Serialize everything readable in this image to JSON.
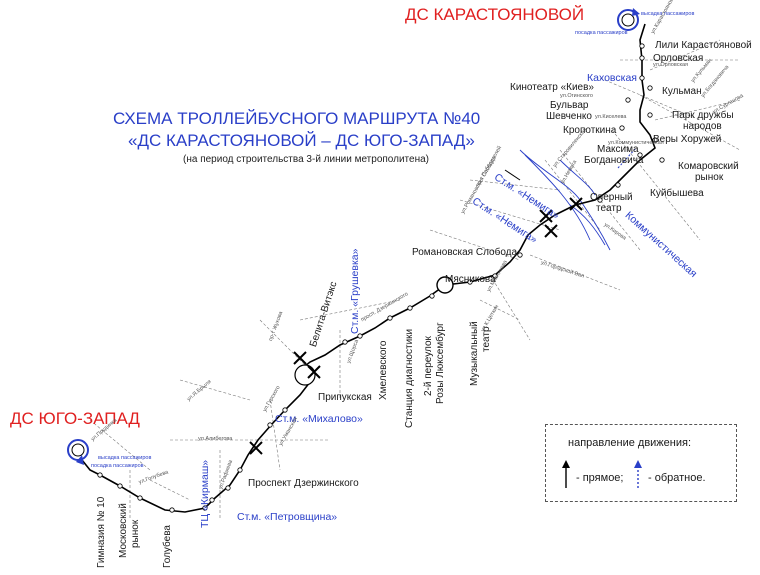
{
  "terminals": {
    "north": "ДС КАРАСТОЯНОВОЙ",
    "south": "ДС ЮГО-ЗАПАД"
  },
  "title": {
    "line1": "СХЕМА ТРОЛЛЕЙБУСНОГО МАРШРУТА №40",
    "line2": "«ДС КАРАСТОЯНОВОЙ – ДС ЮГО-ЗАПАД»",
    "note": "(на период строительства 3-й линии метрополитена)"
  },
  "terminal_notes": {
    "north_drop": "высадка пассажиров",
    "north_board": "посадка пассажиров",
    "south_drop": "высадка пассажиров",
    "south_board": "посадка пассажиров"
  },
  "stops": {
    "lili": "Лили Карастояновой",
    "orlovskaya": "Орловская",
    "kahovskaya": "Каховская",
    "kiev": "Кинотеатр «Киев»",
    "kulman": "Кульман",
    "bulvar1": "Бульвар",
    "bulvar2": "Шевченко",
    "park1": "Парк дружбы",
    "park2": "народов",
    "kropotkina": "Кропоткина",
    "hruzhey": "Веры Хоружей",
    "maksima1": "Максима",
    "maksima2": "Богдановича",
    "komarovsky1": "Комаровский",
    "komarovsky2": "рынок",
    "kuibysheva": "Куйбышева",
    "opera1": "Оперный",
    "opera2": "театр",
    "nemiga1": "Ст.м. «Немига»",
    "nemiga2": "Ст.м. «Немига»",
    "kommun": "Коммунистическая",
    "romanovskaya": "Романовская Слобода",
    "myasnikova": "Мясникова",
    "muz1": "Музыкальный",
    "muz2": "театр",
    "rozy1": "2-й переулок",
    "rozy2": "Розы Люксембург",
    "stantsiya": "Станция диагностики",
    "hmelevskogo": "Хмелевского",
    "gruschevka": "Ст.м. «Грушевка»",
    "belita": "Белита-Витэкс",
    "pripukskaya": "Припукская",
    "mihalovo": "Ст.м. «Михалово»",
    "dzerzhinsky": "Проспект Дзержинского",
    "petrovshchina": "Ст.м. «Петровщина»",
    "kirmash": "ТЦ «Кирмаш»",
    "golubeva": "Голубева",
    "moskovsky1": "Московский",
    "moskovsky2": "рынок",
    "gimnaziya": "Гимназия № 10"
  },
  "streets": {
    "orlovskaya": "ул.Орловская",
    "karastoyanovoy": "ул.Карастояновой",
    "oginskogo": "ул.Огинского",
    "kulman": "ул.Кульман",
    "bogdanovicha": "ул.Богдановича",
    "surganova": "ул.Сурганова",
    "kiseleva": "ул.Киселева",
    "kommunisticheskaya": "ул.Коммунистическая",
    "kirova": "ул.Кирова",
    "starovilenskaya": "ул.Старовиленская",
    "pobediteley": "пр-т Победителей",
    "nemiga": "ул.Немига",
    "romanovskaya": "ул.Романовская Слобода",
    "gorodskoy_val": "ул.Городской Вал",
    "myasnikova": "ул.Мясникова",
    "zhukova": "пр-т Жукова",
    "dzerzhinskogo": "просп. Дзержинского",
    "shchorsa": "ул.Щорса",
    "gurskogo": "ул.Гурского",
    "umanskaya": "ул.Уманская",
    "alibegova": "ул.Алибегова",
    "bedy": "ул.Я.Брыля",
    "golubeva": "ул.Голубева",
    "kuprevicha": "ул.Прудинка",
    "leniniskaya": "ул.К.Цеткин",
    "rafieva": "ул.Рафиева"
  },
  "legend": {
    "title": "направление движения:",
    "forward": "- прямое;",
    "reverse": "- обратное."
  },
  "colors": {
    "terminal": "#e02020",
    "title": "#2a3fc8",
    "route": "#000000",
    "forward_arrow": "#000000",
    "reverse_arrow": "#2a3fc8",
    "river": "#2a3fc8",
    "street": "#555555"
  },
  "icons": {
    "terminal": "loop-circle-icon",
    "forward": "arrow-up-icon",
    "reverse": "dotted-arrow-up-icon",
    "crossing": "crossing-icon"
  }
}
